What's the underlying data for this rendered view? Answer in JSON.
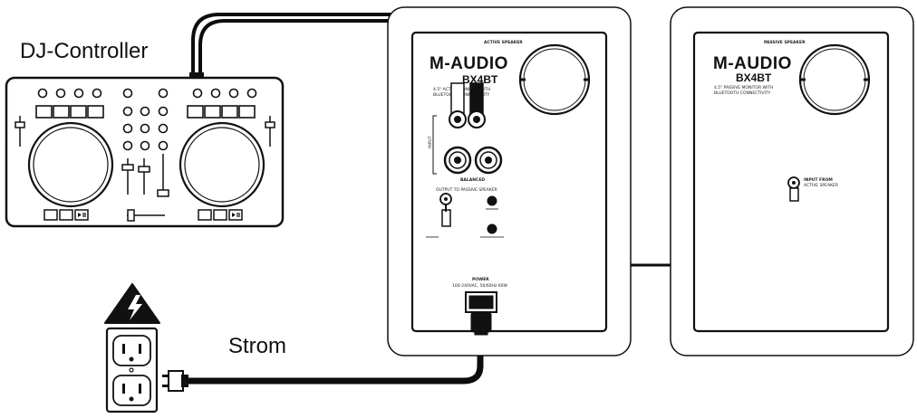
{
  "labels": {
    "controller": "DJ-Controller",
    "power": "Strom"
  },
  "active_speaker": {
    "header": "ACTIVE SPEAKER",
    "brand": "M-AUDIO",
    "model": "BX4BT",
    "desc_line1": "4.5\" ACTIVE MONITOR WITH",
    "desc_line2": "BLUETOOTH CONNECTIVITY",
    "input_label": "INPUT",
    "balanced_label": "BALANCED",
    "output_label": "OUTPUT TO PASSIVE SPEAKER",
    "power_label": "POWER",
    "power_sub": "100-240VAC, 50/60Hz 60W"
  },
  "passive_speaker": {
    "header": "PASSIVE SPEAKER",
    "brand": "M-AUDIO",
    "model": "BX4BT",
    "desc_line1": "4.5\" PASSIVE MONITOR WITH",
    "desc_line2": "BLUETOOTH CONNECTIVITY",
    "input_label": "INPUT FROM",
    "input_sub": "ACTIVE SPEAKER"
  },
  "colors": {
    "ink": "#111111",
    "cable": "#0d0d0d",
    "panel": "#ffffff"
  }
}
